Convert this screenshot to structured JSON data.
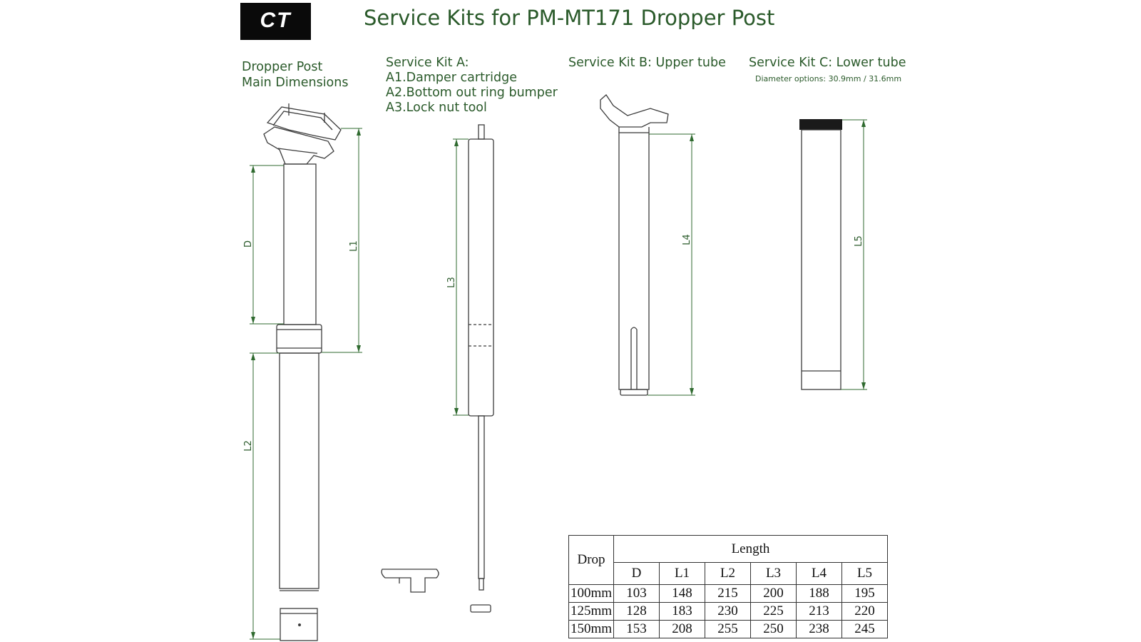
{
  "logo": {
    "text": "CT"
  },
  "title": "Service Kits for PM-MT171 Dropper Post",
  "sections": {
    "main": {
      "line1": "Dropper Post",
      "line2": "Main Dimensions"
    },
    "kit_a": {
      "title": "Service Kit A:",
      "items": [
        "A1.Damper cartridge",
        "A2.Bottom out ring bumper",
        "A3.Lock nut tool"
      ]
    },
    "kit_b": {
      "title": "Service Kit B:  Upper tube"
    },
    "kit_c": {
      "title": "Service Kit C:  Lower tube",
      "note": "Diameter options:  30.9mm / 31.6mm"
    }
  },
  "dimension_labels": {
    "d": "D",
    "l1": "L1",
    "l2": "L2",
    "l3": "L3",
    "l4": "L4",
    "l5": "L5"
  },
  "table": {
    "drop_header": "Drop",
    "length_header": "Length",
    "columns": [
      "D",
      "L1",
      "L2",
      "L3",
      "L4",
      "L5"
    ],
    "rows": [
      {
        "drop": "100mm",
        "values": [
          "103",
          "148",
          "215",
          "200",
          "188",
          "195"
        ]
      },
      {
        "drop": "125mm",
        "values": [
          "128",
          "183",
          "230",
          "225",
          "213",
          "220"
        ]
      },
      {
        "drop": "150mm",
        "values": [
          "153",
          "208",
          "255",
          "250",
          "238",
          "245"
        ]
      }
    ]
  },
  "colors": {
    "text": "#2a5a2a",
    "dimension": "#2f6a2f",
    "outline": "#3c3c3c"
  }
}
